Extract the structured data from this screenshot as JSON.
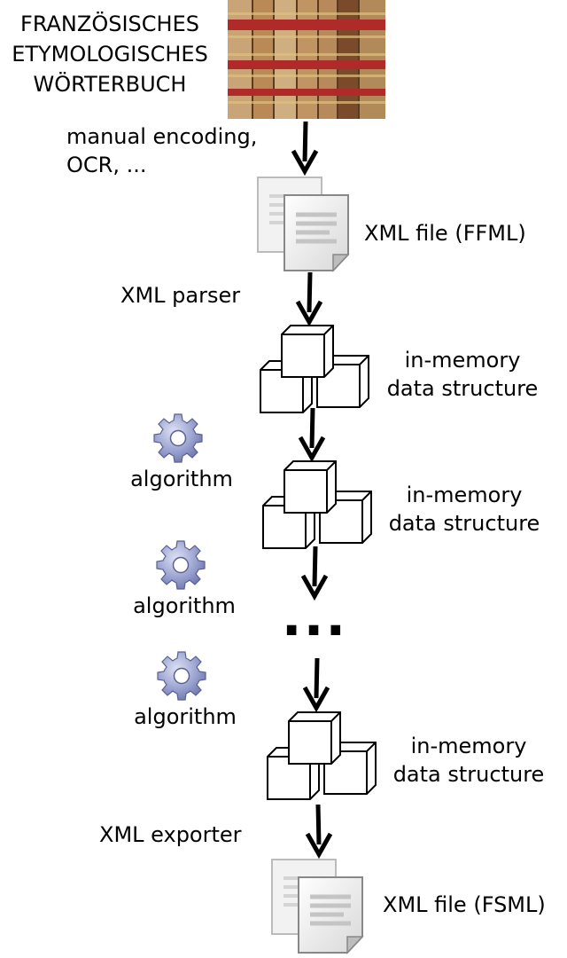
{
  "source": {
    "title_lines": [
      "FRANZÖSISCHES",
      "ETYMOLOGISCHES",
      "WÖRTERBUCH"
    ],
    "image_icon": "book-spines-image"
  },
  "steps": {
    "encoding_label_lines": [
      "manual encoding,",
      "OCR, ..."
    ],
    "xml_ffml_label": "XML file (FFML)",
    "parser_label": "XML parser",
    "data_structure_1_lines": [
      "in-memory",
      "data structure"
    ],
    "algorithm_1_label": "algorithm",
    "data_structure_2_lines": [
      "in-memory",
      "data structure"
    ],
    "algorithm_2_label": "algorithm",
    "ellipsis": "...",
    "algorithm_3_label": "algorithm",
    "data_structure_3_lines": [
      "in-memory",
      "data structure"
    ],
    "exporter_label": "XML exporter",
    "xml_fsml_label": "XML file (FSML)"
  },
  "icons": {
    "document": "xml-document-icon",
    "cubes": "data-structure-cubes-icon",
    "gear": "gear-icon",
    "arrow": "down-arrow-icon"
  },
  "colors": {
    "gear_fill": "#9aa3d0",
    "book_leather": "#b98a55",
    "book_red_band": "#b02a2a"
  }
}
